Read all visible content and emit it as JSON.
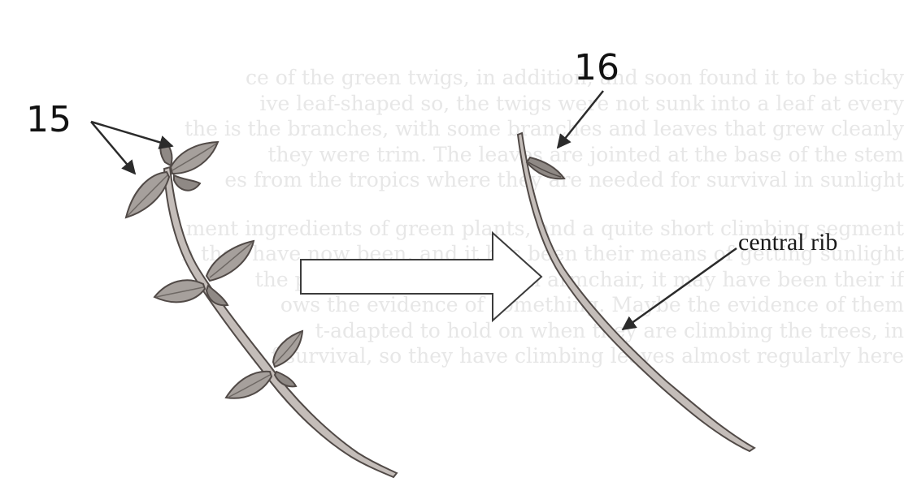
{
  "labels": {
    "leaf_group": "15",
    "stump": "16",
    "central_rib": "central rib"
  },
  "background_text": {
    "lines": [
      "ce of the green twigs, in addition, and soon found it to be sticky",
      "ive leaf-shaped so, the twigs were not sunk into a leaf at every",
      "the is the branches, with some branches and leaves that grew cleanly",
      "they were trim. The leaves are jointed at the base of the stem",
      "es from the tropics where they are needed for survival in sunlight",
      "ment ingredients of green plants, and a quite short climbing segment",
      "n they have now been, and it has been their means of getting sunlight",
      "the probably impossible; an armchair, it may have been their if",
      "ows the evidence of something. Maybe the evidence of them",
      "t-adapted to hold on when they are climbing the trees, in",
      "f survival, so they have climbing leaves almost regularly here"
    ]
  },
  "colors": {
    "stem_fill": "#c4bdb9",
    "stem_stroke": "#514a47",
    "leaf_fill": "#a6a09c",
    "leaf_dark": "#6e6864",
    "arrow_stroke": "#3c3c3c",
    "big_arrow_fill": "#ffffff"
  }
}
